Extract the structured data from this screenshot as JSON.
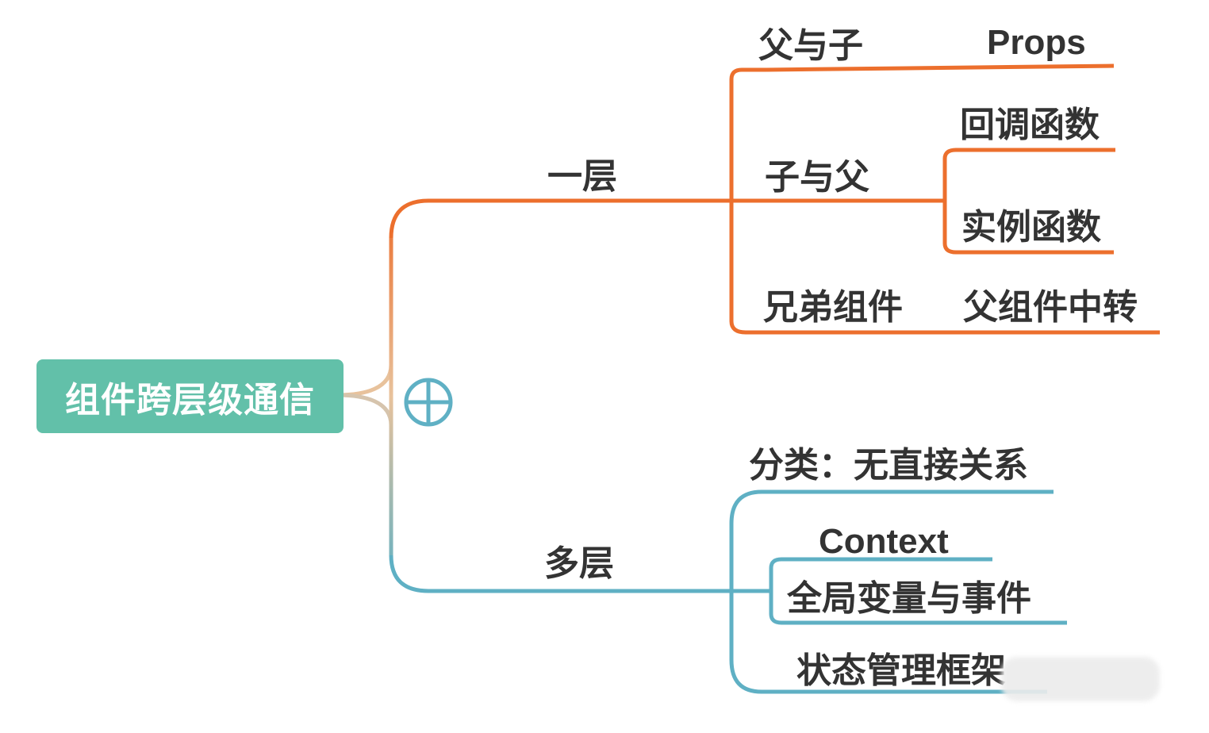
{
  "root": {
    "label": "组件跨层级通信"
  },
  "branches": [
    {
      "label": "一层",
      "color": "#ec6f2d",
      "children": [
        {
          "label": "父与子",
          "children": [
            {
              "label": "Props"
            }
          ]
        },
        {
          "label": "子与父",
          "children": [
            {
              "label": "回调函数"
            },
            {
              "label": "实例函数"
            }
          ]
        },
        {
          "label": "兄弟组件",
          "children": [
            {
              "label": "父组件中转"
            }
          ]
        }
      ]
    },
    {
      "label": "多层",
      "color": "#5fb0c4",
      "children": [
        {
          "label": "分类：无直接关系"
        },
        {
          "label": "Context"
        },
        {
          "label": "全局变量与事件"
        },
        {
          "label": "状态管理框架"
        }
      ]
    }
  ],
  "colors": {
    "root_fill": "#62c0a9",
    "branch_one": "#ec6f2d",
    "branch_multi": "#5fb0c4",
    "text": "#333333"
  },
  "icons": {
    "expander": "circle-plus-icon"
  }
}
